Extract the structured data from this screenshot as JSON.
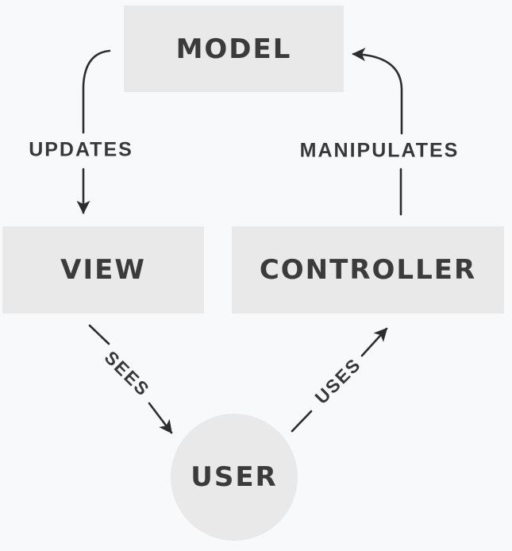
{
  "diagram": {
    "background_color": "#f8f9fa",
    "node_fill_color": "#e9e9e9",
    "node_text_color": "#3b3b3b",
    "arrow_color": "#2d2d2d",
    "edge_label_color": "#383838",
    "nodes": {
      "model": {
        "label": "MODEL",
        "shape": "rectangle"
      },
      "view": {
        "label": "VIEW",
        "shape": "rectangle"
      },
      "controller": {
        "label": "CONTROLLER",
        "shape": "rectangle"
      },
      "user": {
        "label": "USER",
        "shape": "circle"
      }
    },
    "edges": {
      "updates": {
        "label": "UPDATES",
        "from": "MODEL",
        "to": "VIEW",
        "style": "solid"
      },
      "manipulates": {
        "label": "MANIPULATES",
        "from": "CONTROLLER",
        "to": "MODEL",
        "style": "solid"
      },
      "sees": {
        "label": "SEES",
        "from": "VIEW",
        "to": "USER",
        "style": "solid"
      },
      "uses": {
        "label": "USES",
        "from": "USER",
        "to": "CONTROLLER",
        "style": "solid"
      }
    }
  }
}
